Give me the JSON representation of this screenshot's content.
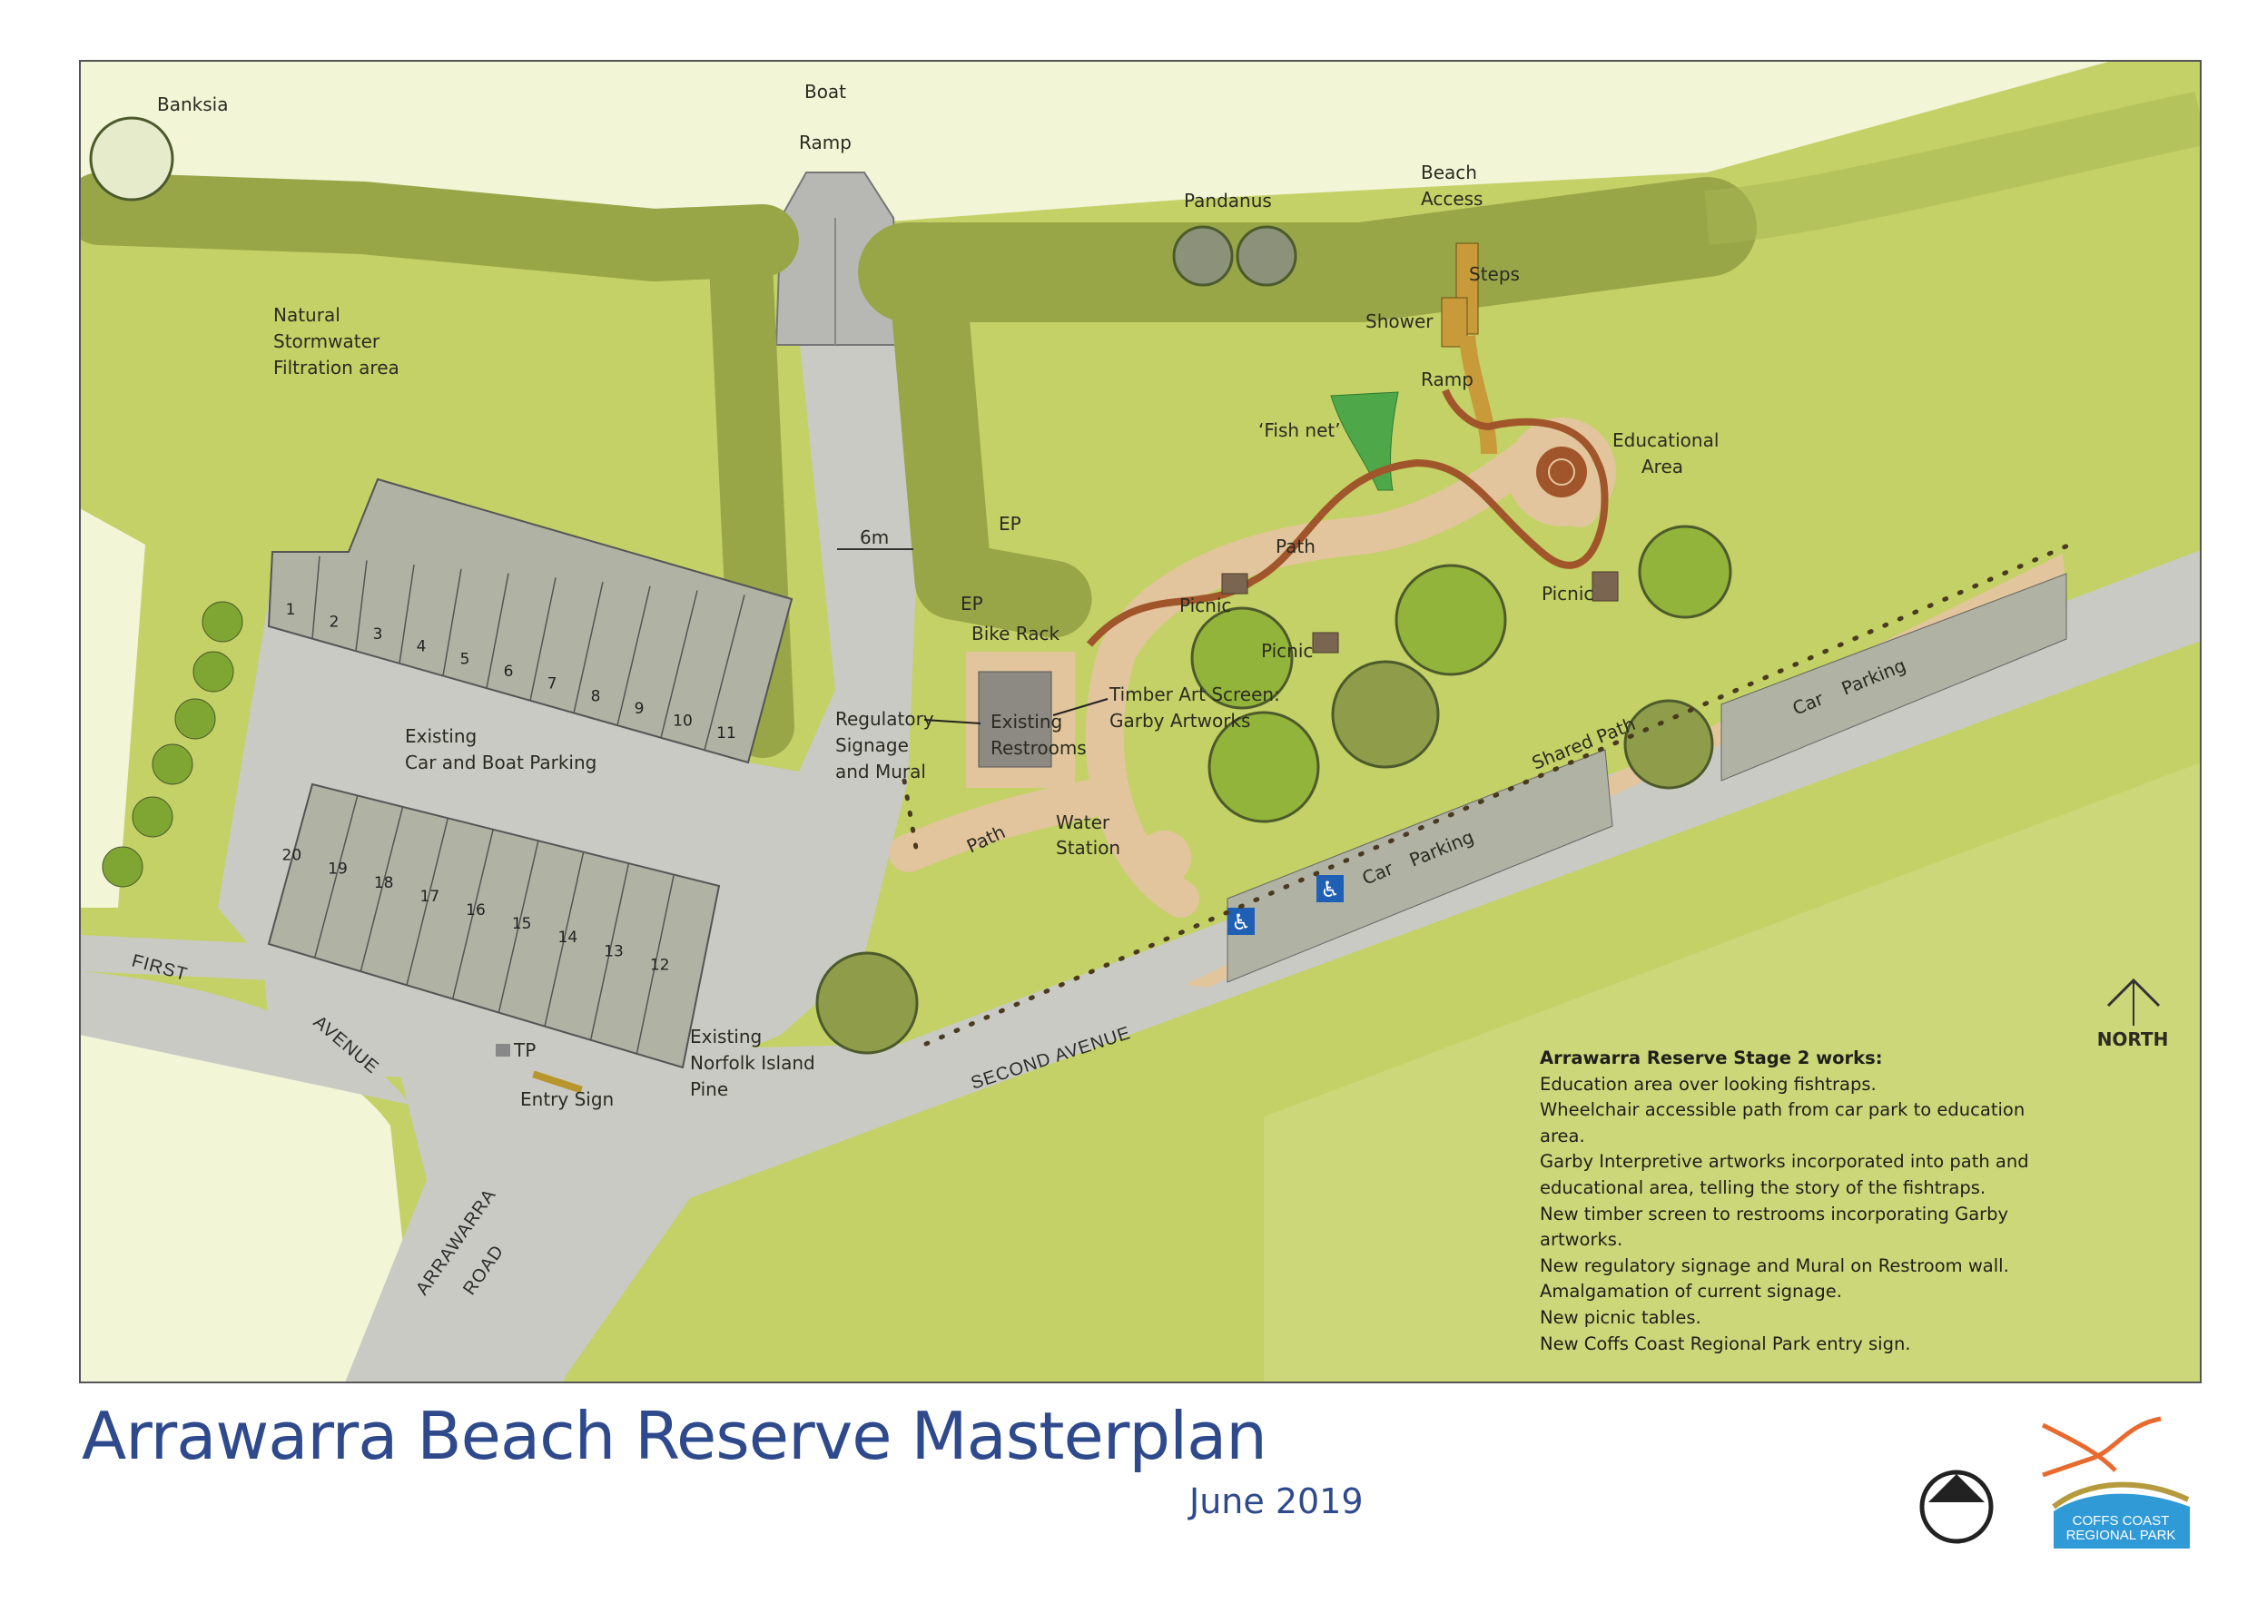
{
  "title": "Arrawarra Beach Reserve Masterplan",
  "date": "June 2019",
  "colors": {
    "grass": "#c3d166",
    "beach": "#f2f5d6",
    "road": "#c9cac4",
    "vegetation": "#98a648",
    "path": "#e2c59c",
    "title": "#2e4a8c",
    "logo_blue": "#2f9ad6",
    "logo_orange": "#e86a2e"
  },
  "map": {
    "labels": {
      "boat_ramp_1": "Boat",
      "boat_ramp_2": "Ramp",
      "banksia": "Banksia",
      "stormwater_1": "Natural",
      "stormwater_2": "Stormwater",
      "stormwater_3": "Filtration area",
      "pandanus": "Pandanus",
      "beach_access_1": "Beach",
      "beach_access_2": "Access",
      "steps": "Steps",
      "shower": "Shower",
      "ramp": "Ramp",
      "fish_net": "‘Fish net’",
      "educational_1": "Educational",
      "educational_2": "Area",
      "path_upper": "Path",
      "path_lower": "Path",
      "picnic_1": "Picnic",
      "picnic_2": "Picnic",
      "picnic_3": "Picnic",
      "bike_rack": "Bike Rack",
      "restrooms_1": "Existing",
      "restrooms_2": "Restrooms",
      "timber_1": "Timber  Art Screen:",
      "timber_2": "Garby Artworks",
      "regulatory_1": "Regulatory",
      "regulatory_2": "Signage",
      "regulatory_3": "and Mural",
      "width_6m": "6m",
      "existing_parking_1": "Existing",
      "existing_parking_2": "Car and Boat Parking",
      "water_station_1": "Water",
      "water_station_2": "Station",
      "car_parking_1a": "Car",
      "car_parking_1b": "Parking",
      "car_parking_2a": "Car",
      "car_parking_2b": "Parking",
      "shared_path": "Shared Path",
      "second_avenue": "SECOND AVENUE",
      "first_avenue_1": "FIRST",
      "first_avenue_2": "AVENUE",
      "arrawarra_road_1": "ARRAWARRA",
      "arrawarra_road_2": "ROAD",
      "norfolk_1": "Existing",
      "norfolk_2": "Norfolk Island",
      "norfolk_3": "Pine",
      "entry_sign": "Entry Sign",
      "tp": "TP",
      "ep_1": "EP",
      "ep_2": "EP",
      "north": "NORTH"
    },
    "top_bays": [
      "1",
      "2",
      "3",
      "4",
      "5",
      "6",
      "7",
      "8",
      "9",
      "10",
      "11"
    ],
    "bottom_bays": [
      "20",
      "19",
      "18",
      "17",
      "16",
      "15",
      "14",
      "13",
      "12"
    ],
    "icons": [
      "accessible-parking-icon",
      "accessible-parking-icon",
      "north-arrow-icon"
    ]
  },
  "notes": {
    "heading": "Arrawarra Reserve Stage 2 works:",
    "lines": [
      "Education area over looking fishtraps.",
      "Wheelchair accessible path from car park to education",
      "area.",
      "Garby Interpretive artworks incorporated into path and",
      "educational area, telling the story of the fishtraps.",
      "New timber screen to restrooms incorporating Garby",
      "artworks.",
      "New regulatory signage and Mural on Restroom wall.",
      "Amalgamation of current signage.",
      "New picnic tables.",
      "New Coffs Coast Regional Park entry sign."
    ]
  },
  "logo": {
    "line1": "COFFS COAST",
    "line2": "REGIONAL PARK"
  }
}
